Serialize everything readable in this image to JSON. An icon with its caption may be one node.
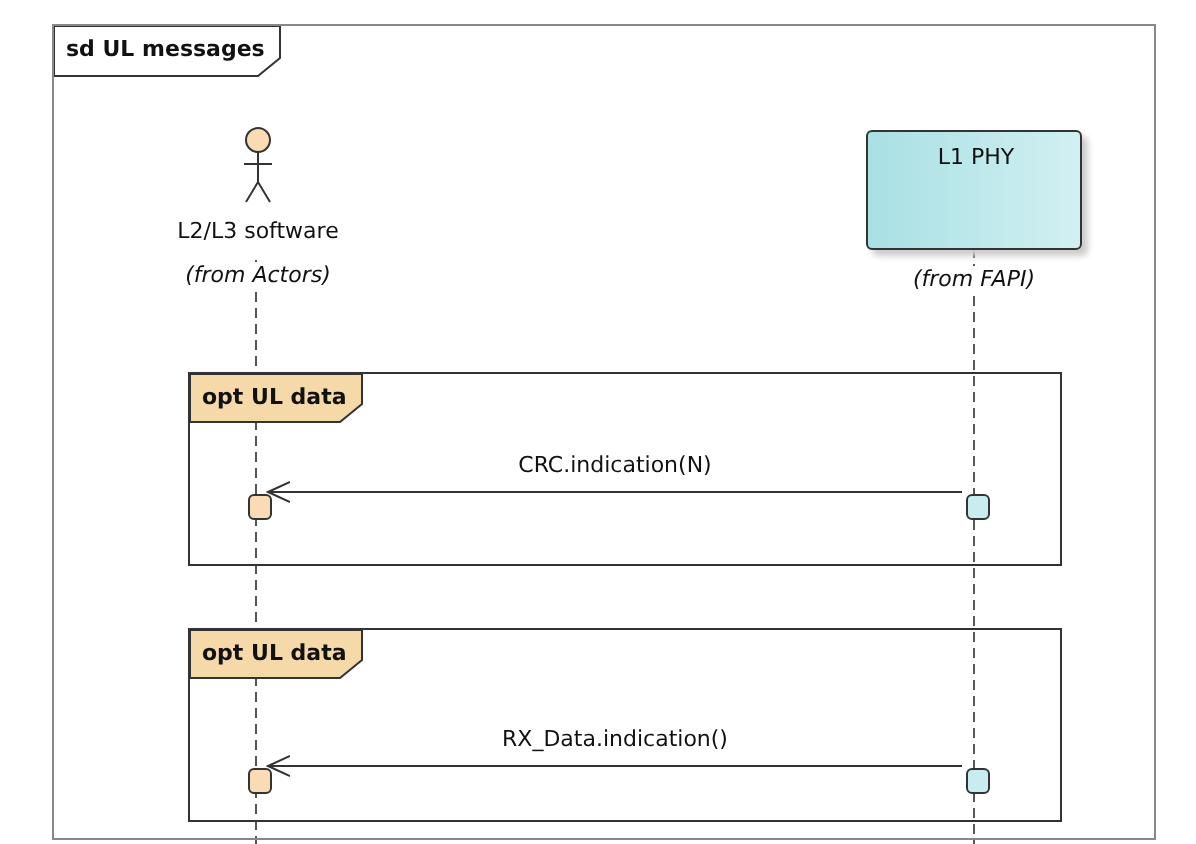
{
  "diagram": {
    "nodes": [
      {
        "text": [
          "sd UL messages"
        ]
      },
      {
        "text": [
          "L2/L3 software"
        ],
        "beside": [
          "(from Actors)"
        ],
        "in": 0
      },
      {
        "text": [
          "L1 PHY"
        ],
        "beside": [
          "(from FAPI)"
        ],
        "in": 0
      },
      {
        "text": [
          "opt UL data"
        ],
        "in": 0
      },
      {
        "text": [],
        "shape": "box",
        "in": 3
      },
      {
        "text": [],
        "shape": "box",
        "in": 3
      },
      {
        "text": [
          "opt UL data"
        ],
        "in": 0
      },
      {
        "text": [],
        "shape": "box",
        "in": 6
      },
      {
        "text": [],
        "shape": "box",
        "in": 6
      }
    ],
    "edges": [
      {
        "from": 5,
        "to": 4,
        "arrow": "to",
        "label": "CRC.indication(N)"
      },
      {
        "from": 8,
        "to": 7,
        "arrow": "to",
        "label": "RX_Data.indication()"
      }
    ]
  }
}
